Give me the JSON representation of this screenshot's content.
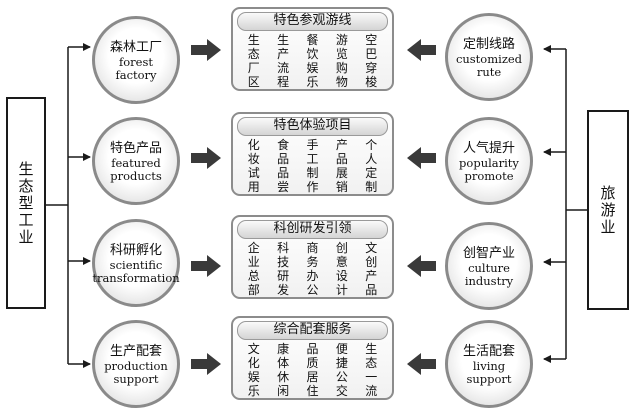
{
  "left_box": {
    "label": "生态型工业"
  },
  "right_box": {
    "label": "旅游业"
  },
  "left_nodes": [
    {
      "zh": "森林工厂",
      "en": [
        "forest",
        "factory"
      ]
    },
    {
      "zh": "特色产品",
      "en": [
        "featured",
        "products"
      ]
    },
    {
      "zh": "科研孵化",
      "en": [
        "scientific",
        "transformation"
      ]
    },
    {
      "zh": "生产配套",
      "en": [
        "production",
        "support"
      ]
    }
  ],
  "right_nodes": [
    {
      "zh": "定制线路",
      "en": [
        "customized",
        "rute"
      ]
    },
    {
      "zh": "人气提升",
      "en": [
        "popularity",
        "promote"
      ]
    },
    {
      "zh": "创智产业",
      "en": [
        "culture",
        "industry"
      ]
    },
    {
      "zh": "生活配套",
      "en": [
        "living",
        "support"
      ]
    }
  ],
  "panels": [
    {
      "title": "特色参观游线",
      "columns": [
        "生态厂区",
        "生产流程",
        "餐饮娱乐",
        "游览购物",
        "空巴穿梭"
      ]
    },
    {
      "title": "特色体验项目",
      "columns": [
        "化妆试用",
        "食品品尝",
        "手工制作",
        "产品展销",
        "个人定制"
      ]
    },
    {
      "title": "科创研发引领",
      "columns": [
        "企业总部",
        "科技研发",
        "商务办公",
        "创意设计",
        "文创产品"
      ]
    },
    {
      "title": "综合配套服务",
      "columns": [
        "文化娱乐",
        "康体休闲",
        "品质居住",
        "便捷公交",
        "生态一流"
      ]
    }
  ]
}
